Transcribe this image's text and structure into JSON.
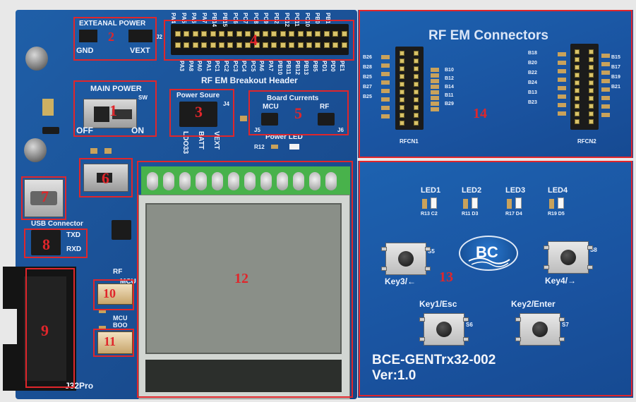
{
  "board": {
    "header_top_labels": [
      "PA4",
      "PA5",
      "PA6",
      "PA7",
      "PB14",
      "PB15",
      "PC6",
      "PC7",
      "PC8",
      "PC9",
      "PD2",
      "PC12",
      "PC11",
      "PC10",
      "PB0",
      "PB1"
    ],
    "header_bottom_labels": [
      "PA3",
      "PA8",
      "PA0",
      "PA1",
      "PC1",
      "PC2",
      "PC3",
      "PC4",
      "PC5",
      "PA6",
      "PA7",
      "PB10",
      "PB11",
      "PB12",
      "PB13",
      "PB5",
      "PD1",
      "PD0",
      "PE1"
    ],
    "external_power": {
      "title": "EXTEANAL POWER",
      "left": "GND",
      "right": "VEXT",
      "ref": "J2"
    },
    "breakout_label": "RF EM Breakout Header",
    "main_power": {
      "title": "MAIN POWER",
      "off": "OFF",
      "on": "ON",
      "ref": "SW"
    },
    "power_source": {
      "title": "Power Soure",
      "ref": "J4",
      "options": [
        "LDO33",
        "BATT",
        "VEXT"
      ]
    },
    "board_currents": {
      "title": "Board Currents",
      "mcu": "MCU",
      "rf": "RF",
      "ref_left": "J5",
      "ref_right": "J6"
    },
    "power_led": {
      "label": "Power LED",
      "ref": "R12"
    },
    "usb_connector": {
      "label": "USB Connector",
      "txd": "TXD",
      "rxd": "RXD"
    },
    "reset_labels": {
      "rf": "RF",
      "mcu_rst": "MCU",
      "mcu_boot": "MCU BOO"
    },
    "bottom_left_text": "J32Pro",
    "rf_section_title": "RF EM Connectors",
    "rf_left_pins": [
      "B26",
      "B28",
      "B25",
      "B27",
      "B25"
    ],
    "rf_left_pins_r": [
      "B10",
      "B12",
      "B14",
      "B11",
      "B29"
    ],
    "rf_right_pins": [
      "B18",
      "B20",
      "B22",
      "B24",
      "B13",
      "B23"
    ],
    "rf_right_pins_r": [
      "B15",
      "B17",
      "B19",
      "B21"
    ],
    "rf_connectors": [
      "RFCN1",
      "RFCN2"
    ],
    "leds": [
      "LED1",
      "LED2",
      "LED3",
      "LED4"
    ],
    "led_refs": [
      "R13 C2",
      "R11 D3",
      "R17 D4",
      "R19 D5"
    ],
    "keys": {
      "k3": "Key3/←",
      "k4": "Key4/→",
      "k1": "Key1/Esc",
      "k2": "Key2/Enter"
    },
    "key_refs": [
      "S5",
      "S8",
      "S6",
      "S7"
    ],
    "logo_text": "BC",
    "model": "BCE-GENTrx32-002",
    "version": "Ver:1.0"
  },
  "annotations": [
    "1",
    "2",
    "3",
    "4",
    "5",
    "6",
    "7",
    "8",
    "9",
    "10",
    "11",
    "12",
    "13",
    "14"
  ],
  "colors": {
    "pcb": "#1a4f94",
    "box": "#e0262b",
    "lcd_screen": "#8a8f88",
    "lcd_pcb": "#48b24b"
  }
}
